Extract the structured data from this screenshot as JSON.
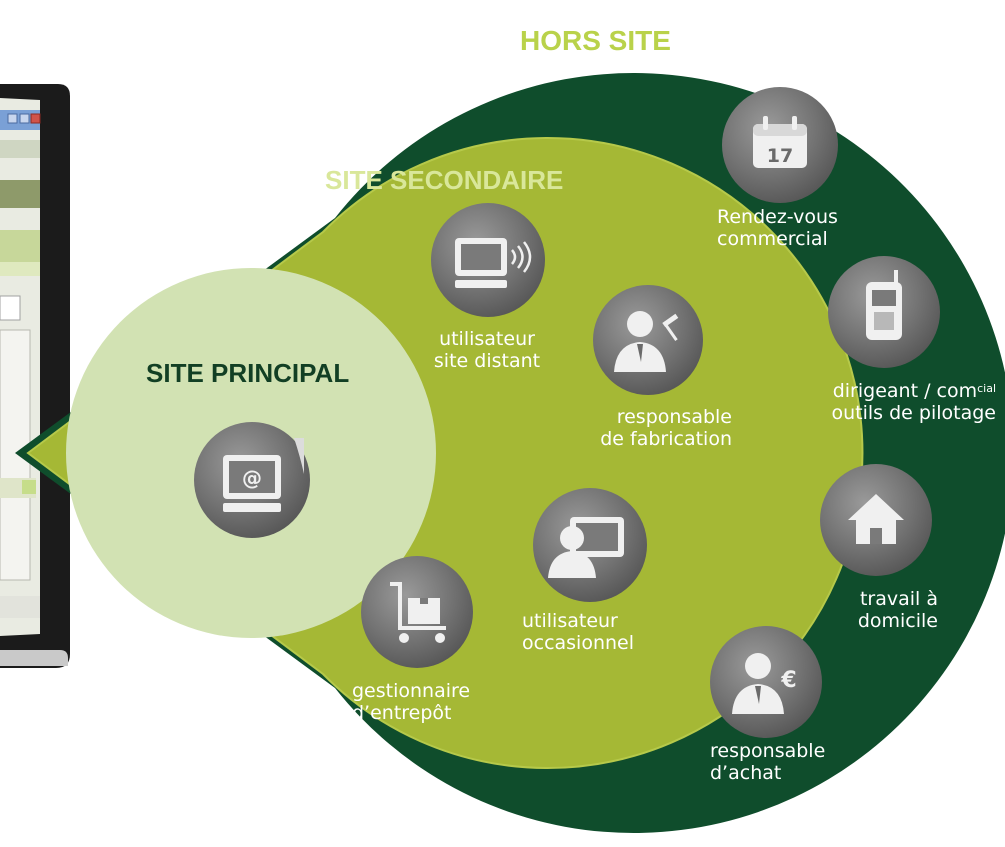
{
  "zones": {
    "hors_site": "HORS SITE",
    "site_secondaire": "SITE SECONDAIRE",
    "site_principal": "SITE PRINCIPAL"
  },
  "nodes": {
    "site_principal_web": {
      "icon": "web-terminal-icon"
    },
    "utilisateur_site_distant": {
      "icon": "wireless-monitor-icon",
      "line1": "utilisateur",
      "line2": "site distant"
    },
    "responsable_fabrication": {
      "icon": "worker-tools-icon",
      "line1": "responsable",
      "line2": "de fabrication"
    },
    "utilisateur_occasionnel": {
      "icon": "user-screen-icon",
      "line1": "utilisateur",
      "line2": "occasionnel"
    },
    "gestionnaire_entrepot": {
      "icon": "hand-truck-icon",
      "line1": "gestionnaire",
      "line2": "d’entrepôt"
    },
    "rendez_vous": {
      "icon": "calendar-icon",
      "calendar_day": "17",
      "line1": "Rendez-vous",
      "line2": "commercial"
    },
    "dirigeant": {
      "icon": "mobile-phone-icon",
      "line1a": "dirigeant / com",
      "line1sup": "cial",
      "line2": "outils de pilotage"
    },
    "travail_domicile": {
      "icon": "house-icon",
      "line1": "travail à",
      "line2": "domicile"
    },
    "responsable_achat": {
      "icon": "buyer-euro-icon",
      "line1": "responsable",
      "line2": "d’achat"
    }
  },
  "colors": {
    "hors_site_bg": "#0f4d2c",
    "secondaire_bg": "#a5b835",
    "principal_bg": "#d2e2b3",
    "title_hors_site": "#b9d24a",
    "title_secondaire": "#d9e79a",
    "title_principal": "#123f24",
    "icon_disc": "#6f6f6f"
  }
}
